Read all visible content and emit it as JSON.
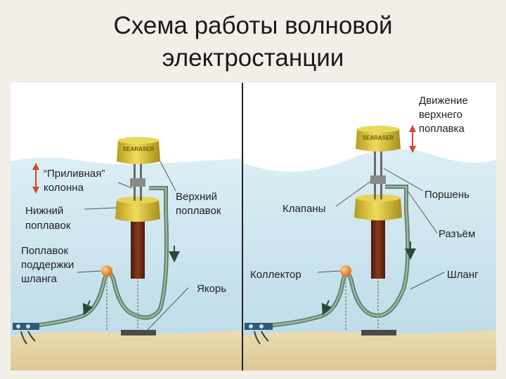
{
  "title": {
    "line1": "Схема работы волновой",
    "line2": "электростанции"
  },
  "float_brand": "SEARASER",
  "left_panel": {
    "labels": {
      "tidal_column": [
        "“Приливная”",
        "колонна"
      ],
      "lower_float": [
        "Нижний",
        "поплавок"
      ],
      "upper_float": [
        "Верхний",
        "поплавок"
      ],
      "hose_support_float": [
        "Поплавок",
        "поддержки",
        "шланга"
      ],
      "anchor": "Якорь"
    }
  },
  "right_panel": {
    "labels": {
      "upper_float_motion": [
        "Движение",
        "верхнего",
        "поплавка"
      ],
      "piston": "Поршень",
      "valves": "Клапаны",
      "connector": "Разъём",
      "collector": "Коллектор",
      "hose": "Шланг"
    }
  },
  "colors": {
    "water": "#c9e3ee",
    "sand": "#e9d9ac",
    "float": "#d8c33c",
    "hose": "#7a9a86",
    "column": "#6a2a12",
    "arrow_red": "#d2482a"
  }
}
